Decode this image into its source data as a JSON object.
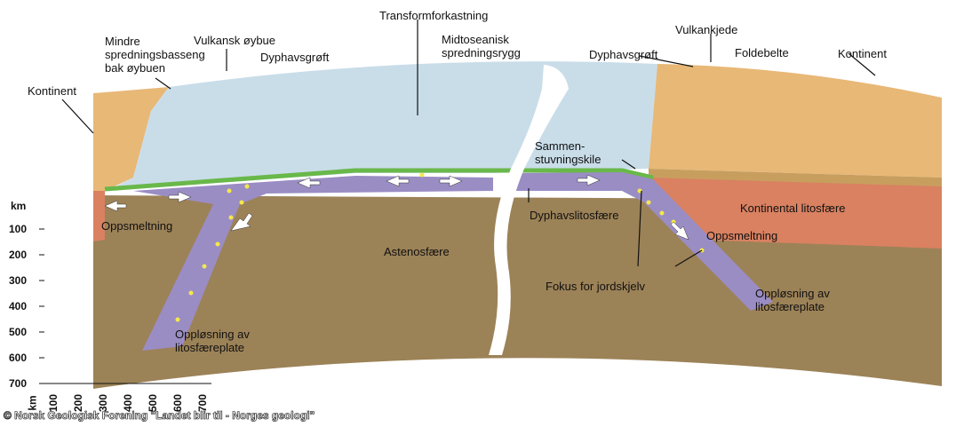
{
  "labels": {
    "mindre_basseng": "Mindre\nspredningsbasseng\nbak øybuen",
    "vulkansk_oybue": "Vulkansk øybue",
    "dyphavsgroft_left": "Dyphavsgrøft",
    "transformforkastning": "Transformforkastning",
    "midtoseanisk": "Midtoseanisk\nspredningsrygg",
    "dyphavsgroft_right": "Dyphavsgrøft",
    "vulkankjede": "Vulkankjede",
    "foldebelte": "Foldebelte",
    "kontinent_right": "Kontinent",
    "kontinent_left": "Kontinent",
    "sammenstuvningskile": "Sammen-\nstuvningskile",
    "kontinental_litosfaere": "Kontinental litosfære",
    "oppsmeltning_left": "Oppsmeltning",
    "oppsmeltning_right": "Oppsmeltning",
    "astenosfaere": "Astenosfære",
    "dyphavslitosfaere": "Dyphavslitosfære",
    "fokus": "Fokus for jordskjelv",
    "opplosning_right": "Oppløsning av\nlitosfæreplate",
    "opplosning_left": "Oppløsning av\nlitosfæreplate"
  },
  "depth_scale": {
    "unit": "km",
    "ticks": [
      "100",
      "200",
      "300",
      "400",
      "500",
      "600",
      "700"
    ]
  },
  "horizontal_scale": {
    "unit": "km",
    "ticks": [
      "100",
      "200",
      "300",
      "400",
      "500",
      "600",
      "700"
    ]
  },
  "credit": "© Norsk Geologisk Forening \"Landet blir til - Norges geologi\"",
  "colors": {
    "ocean": "#c9dde9",
    "continent": "#e8b877",
    "continental_lithosphere": "#d98161",
    "asthenosphere": "#9c8257",
    "oceanic_plate": "#9a8dc4",
    "crust_green": "#69b84a",
    "hypocenter": "#f3e84b"
  }
}
